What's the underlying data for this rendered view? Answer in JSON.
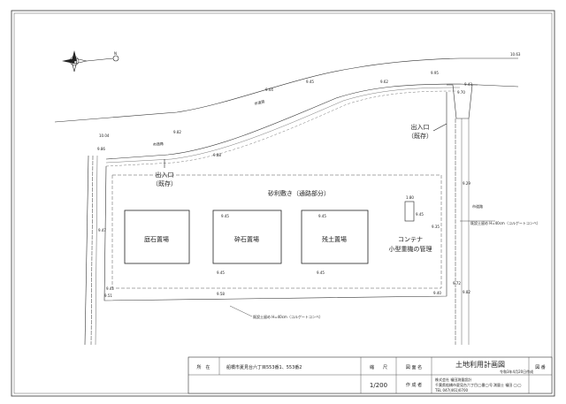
{
  "plan": {
    "compass_label": "N",
    "buildings": {
      "niwaishi": "庭石置場",
      "saiseki": "砕石置場",
      "zando": "残土置場"
    },
    "gravel": "砂利敷き（通路部分）",
    "entrance_left": {
      "line1": "出入口",
      "line2": "（既存）"
    },
    "entrance_right": {
      "line1": "出入口",
      "line2": "（既存）"
    },
    "container": {
      "line1": "コンテナ",
      "line2": "小型重機の管理"
    },
    "road_labels": [
      "市道路",
      "市道路",
      "市道路"
    ],
    "levels": {
      "l1": "9.45",
      "l2": "9.45",
      "l3": "9.45",
      "l4": "9.45",
      "l5": "9.45",
      "l6": "9.41",
      "l7": "9.51",
      "l8": "9.58",
      "l9": "9.40",
      "l10": "9.72",
      "l11": "9.82",
      "l12": "9.35",
      "l13": "9.29",
      "l14": "9.86",
      "l15": "9.47",
      "l16": "9.82",
      "l17": "9.04",
      "l18": "9.95",
      "l19": "10.63",
      "l20": "10.04",
      "l21": "9.88",
      "l22": "9.70",
      "l23": "9.43",
      "l24": "9.62",
      "l25": "9.45"
    },
    "fence_note_right": "既設土留め H=40cm（コルゲートコンベ）",
    "fence_note_bottom": "既設土留め H=40cm（コルゲートコンベ）",
    "container_dim": "1.80"
  },
  "titleblock": {
    "location_label": "所　在",
    "location_value": "船橋市夏見台六丁目553番1、553番2",
    "scale_label": "縮　　尺",
    "scale_value": "1/200",
    "drawing_name_label": "図 面 名",
    "drawing_name_value": "土地利用計画図",
    "date": "令和3年4月20日作成",
    "author_label": "作 成 者",
    "author_company": "株式会社 福田測量設計",
    "author_line2": "千葉県船橋市夏見台六丁目◯番◯号",
    "author_line3": "TEL 047(461)0700",
    "surveyor": "測量士 福田 ◯◯",
    "sheet_no_label": "図 番"
  }
}
